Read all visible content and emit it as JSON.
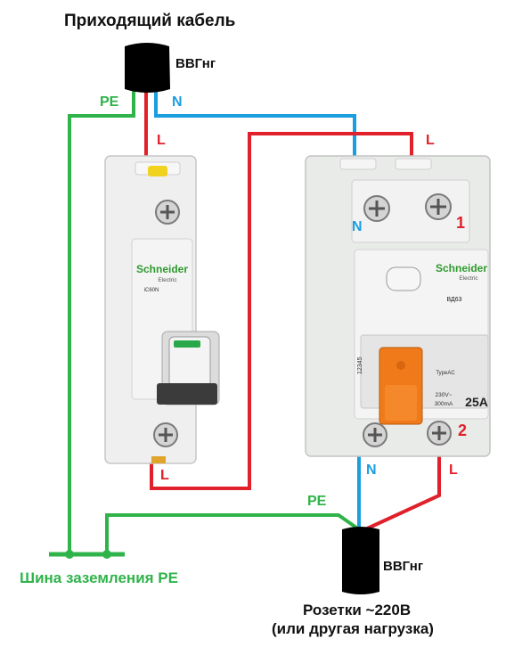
{
  "labels": {
    "incoming_cable": "Приходящий кабель",
    "cable_top": "ВВГнг",
    "cable_bottom": "ВВГнг",
    "pe_top": "PE",
    "n_top": "N",
    "l_breaker_top": "L",
    "l_rcd_top": "L",
    "n_rcd_terminal": "N",
    "terminal_1": "1",
    "terminal_2": "2",
    "l_breaker_bottom": "L",
    "n_rcd_bottom": "N",
    "l_rcd_bottom": "L",
    "pe_bottom": "PE",
    "ground_bus": "Шина заземления PE",
    "load_line1": "Розетки ~220В",
    "load_line2": "(или другая нагрузка)"
  },
  "breaker": {
    "brand": "Schneider",
    "brand_sub": "Electric",
    "model": "iC60N"
  },
  "rcd": {
    "brand": "Schneider",
    "brand_sub": "Electric",
    "model": "ВД63",
    "serial": "12345",
    "type": "TypeAC",
    "spec1": "230V~",
    "spec2": "300mA",
    "rating": "25A"
  },
  "colors": {
    "phase": "#e0202a",
    "neutral": "#1a9ee0",
    "earth": "#2fb34a",
    "cable": "#000000",
    "device_body": "#eceeec",
    "rcd_handle": "#f07a1a",
    "breaker_handle": "#3b3b3b"
  }
}
